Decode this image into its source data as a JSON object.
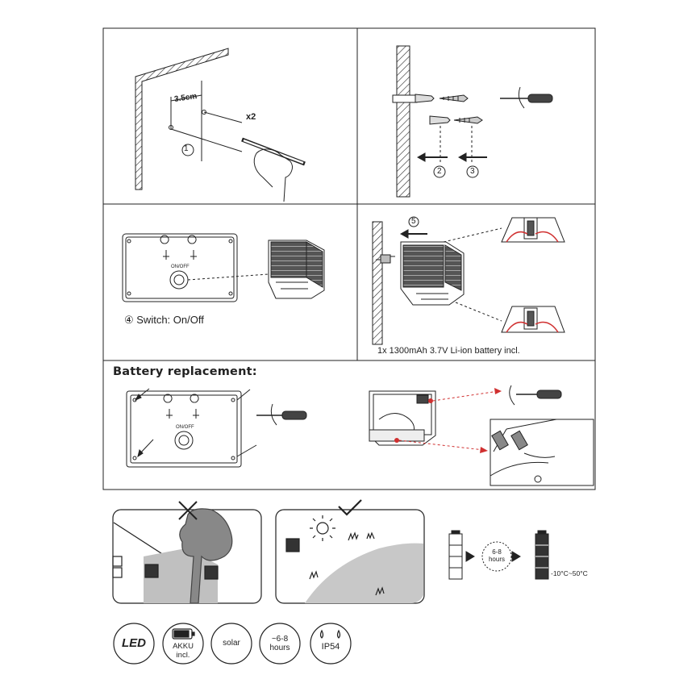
{
  "step_labels": {
    "dimension": "3.5cm",
    "repeat": "x2",
    "step1": "①",
    "step2": "②",
    "step3": "③",
    "step5": "⑤",
    "step4_switch": "④ Switch: On/Off"
  },
  "switch_text": {
    "panel_top": "ON/OFF",
    "panel_bottom": "ON/OFF"
  },
  "battery_note": "1x 1300mAh 3.7V Li-ion battery incl.",
  "battery_replacement_title": "Battery replacement:",
  "charge": {
    "hours_top": "6-8",
    "hours_bottom": "hours",
    "temperature": "-10°C~50°C"
  },
  "features": [
    {
      "id": "led",
      "line1": "LED",
      "line2": ""
    },
    {
      "id": "akku",
      "line1": "AKKU",
      "line2": "incl."
    },
    {
      "id": "solar",
      "line1": "solar",
      "line2": ""
    },
    {
      "id": "hours",
      "line1": "~6-8",
      "line2": "hours"
    },
    {
      "id": "ip",
      "line1": "IP54",
      "line2": ""
    }
  ],
  "colors": {
    "line": "#222222",
    "accent_red": "#d03030",
    "shade_gray": "#b5b5b5",
    "battery_fill": "#333333"
  }
}
